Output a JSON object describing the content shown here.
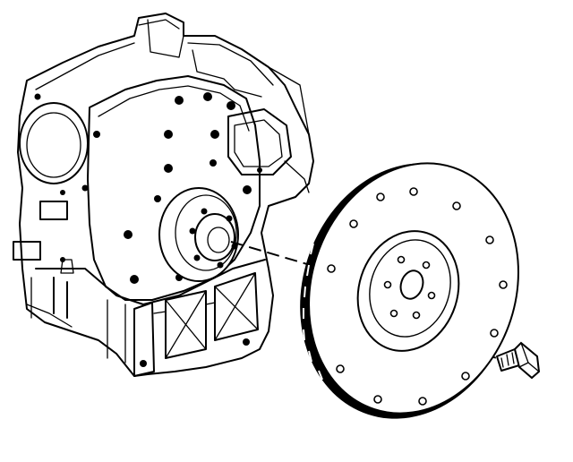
{
  "figure": {
    "background": "#ffffff",
    "line_color": "#000000",
    "components": [
      "engine-block",
      "crankshaft-flange",
      "flywheel",
      "flywheel-bolt",
      "alignment-line"
    ]
  }
}
